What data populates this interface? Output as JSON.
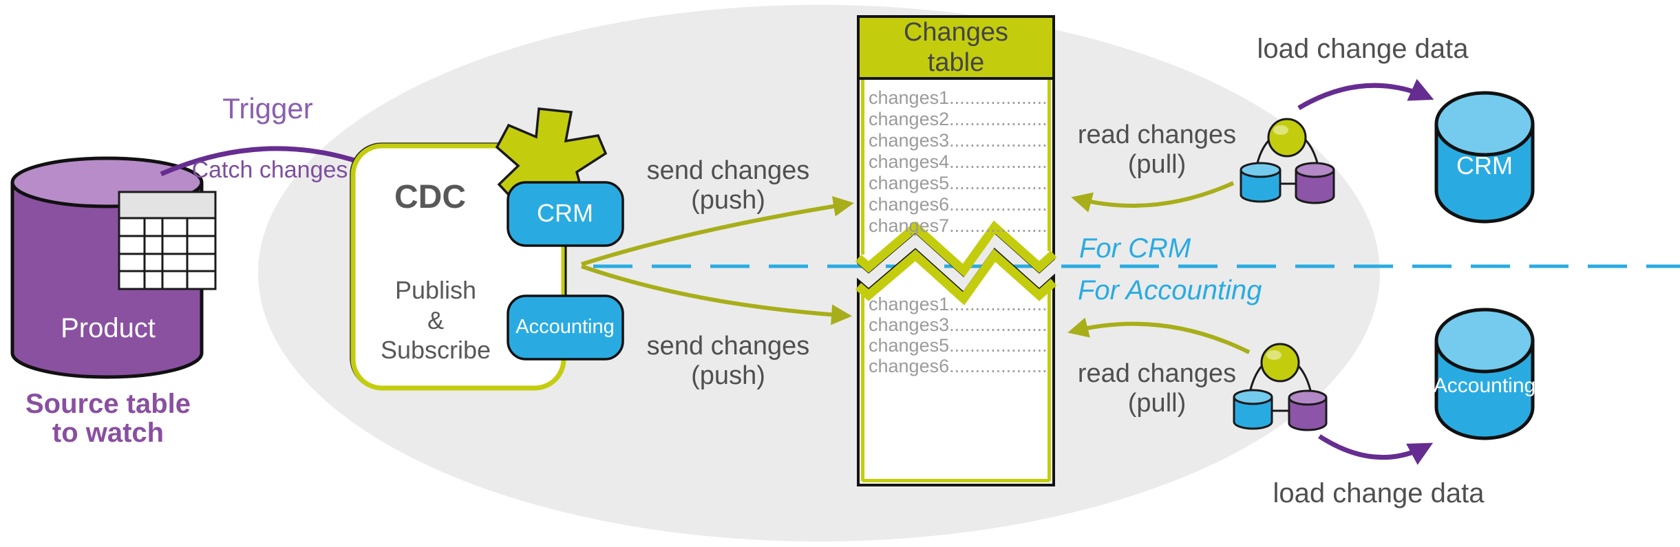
{
  "colors": {
    "olive": "#c3cd0e",
    "olive_arrow": "#a8ae19",
    "blue": "#29abe2",
    "blue_light": "#74cbee",
    "purple_db": "#8a51a1",
    "purple_db_light": "#b78cc9",
    "purple_arrow": "#662d91",
    "lane_cyan": "#29abe2",
    "bg_ellipse": "#ebebeb",
    "text_gray": "#4f4f4f"
  },
  "source": {
    "db_label": "Product",
    "caption_line1": "Source table",
    "caption_line2": "to watch"
  },
  "trigger": {
    "title": "Trigger",
    "subtitle": "Catch changes"
  },
  "cdc": {
    "title": "CDC",
    "pubsub_line1": "Publish",
    "pubsub_line2": "&",
    "pubsub_line3": "Subscribe",
    "crm_badge": "CRM",
    "accounting_badge": "Accounting"
  },
  "push_top": {
    "line1": "send changes",
    "line2": "(push)"
  },
  "push_bottom": {
    "line1": "send changes",
    "line2": "(push)"
  },
  "changes_table": {
    "title_line1": "Changes",
    "title_line2": "table",
    "upper_rows": [
      "changes1......................",
      "changes2......................",
      "changes3......................",
      "changes4......................",
      "changes5......................",
      "changes6......................",
      "changes7......................"
    ],
    "lower_rows": [
      "changes1......................",
      "changes3......................",
      "changes5......................",
      "changes6......................"
    ]
  },
  "pull_top": {
    "line1": "read changes",
    "line2": "(pull)"
  },
  "pull_bottom": {
    "line1": "read changes",
    "line2": "(pull)"
  },
  "lanes": {
    "crm": "For CRM",
    "accounting": "For Accounting"
  },
  "load_top": {
    "label": "load change data"
  },
  "load_bottom": {
    "label": "load change data"
  },
  "targets": {
    "crm": "CRM",
    "accounting": "Accounting"
  }
}
